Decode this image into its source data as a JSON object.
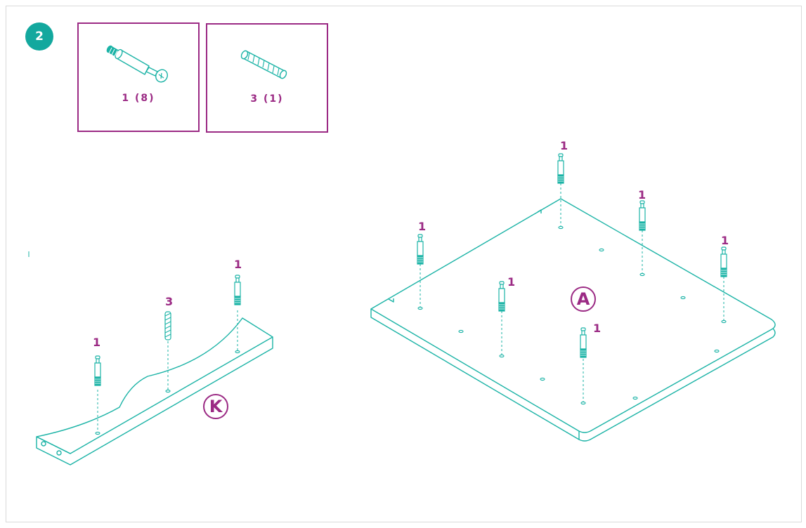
{
  "step": {
    "number": "2"
  },
  "parts": [
    {
      "id": "1",
      "count_label": "1 (8)",
      "icon": "cam-bolt-icon"
    },
    {
      "id": "3",
      "count_label": "3 (1)",
      "icon": "wooden-dowel-icon"
    }
  ],
  "panels": [
    {
      "id": "K",
      "label": "K"
    },
    {
      "id": "A",
      "label": "A"
    }
  ],
  "callouts": {
    "k_left": "1",
    "k_middle": "3",
    "k_right": "1",
    "a_top": "1",
    "a_upper_right": "1",
    "a_left": "1",
    "a_right": "1",
    "a_center_left": "1",
    "a_center": "1"
  },
  "colors": {
    "teal": "#13a89e",
    "purple": "#9b2a84",
    "line": "#1bb3a6"
  }
}
